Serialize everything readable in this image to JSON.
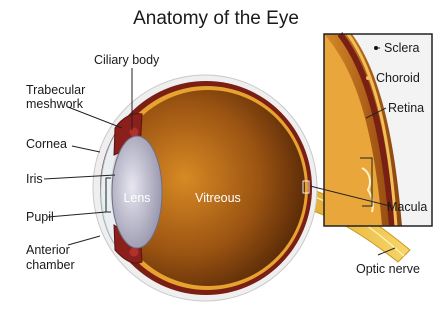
{
  "title": "Anatomy of the Eye",
  "labels": {
    "ciliary_body": "Ciliary body",
    "trabecular_line1": "Trabecular",
    "trabecular_line2": "meshwork",
    "cornea": "Cornea",
    "iris": "Iris",
    "pupil": "Pupil",
    "anterior_line1": "Anterior",
    "anterior_line2": "chamber",
    "lens": "Lens",
    "vitreous": "Vitreous",
    "optic_nerve": "Optic nerve",
    "sclera": "Sclera",
    "choroid": "Choroid",
    "retina": "Retina",
    "macula": "Macula"
  },
  "colors": {
    "vitreous_dark": "#5a2a06",
    "vitreous_light": "#c77a1e",
    "sclera": "#f3f3f3",
    "choroid": "#7a1f14",
    "retina": "#f2b63a",
    "optic_nerve": "#f1c232",
    "lens": "#b7b6c9",
    "cornea": "#dfe6ea"
  }
}
